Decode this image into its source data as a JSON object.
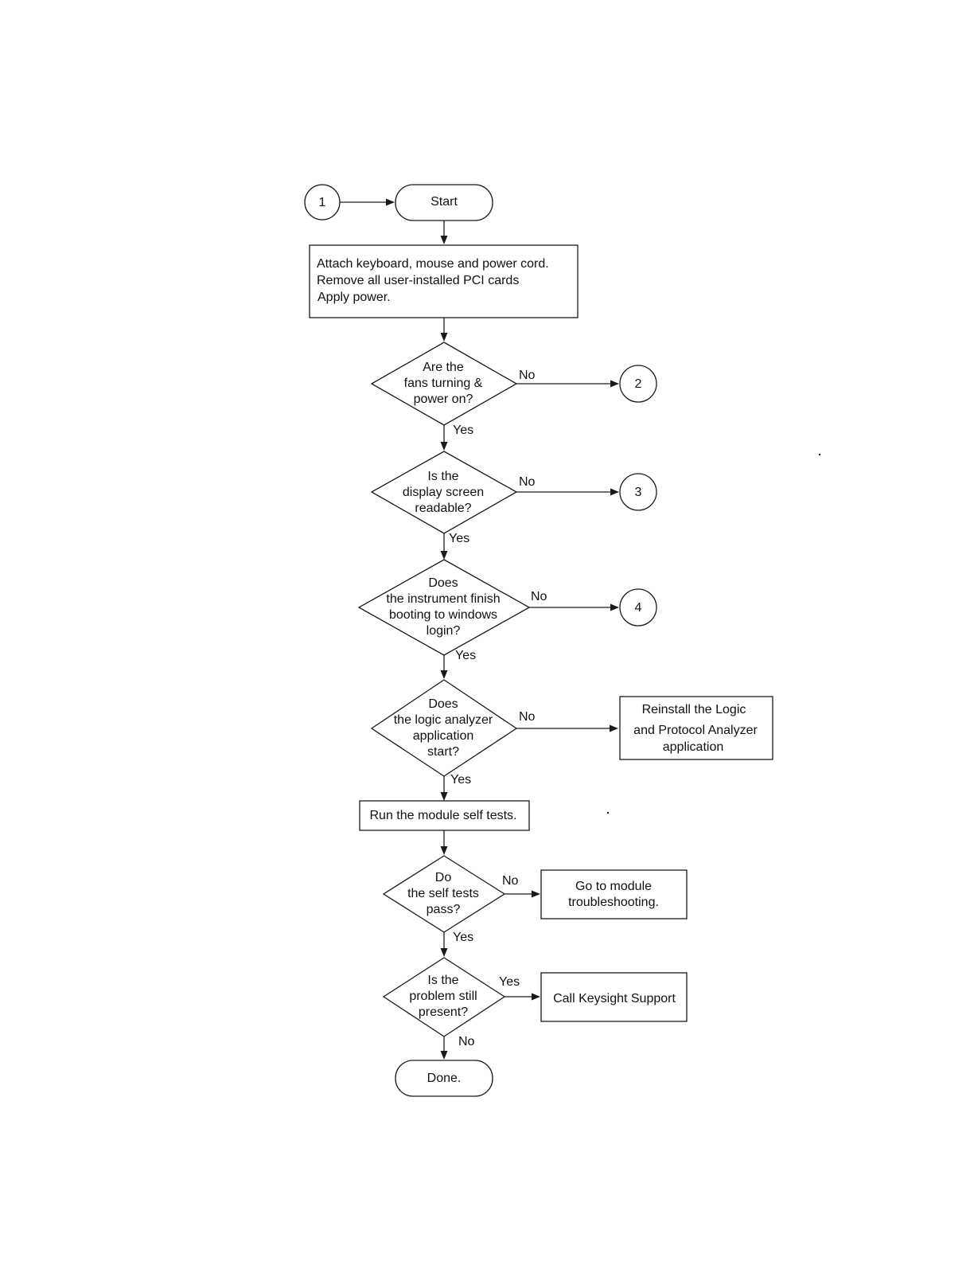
{
  "connectors": {
    "c1": "1",
    "c2": "2",
    "c3": "3",
    "c4": "4"
  },
  "terminals": {
    "start": "Start",
    "done": "Done."
  },
  "processes": {
    "attach": [
      "Attach keyboard, mouse and power cord.",
      "Remove all user-installed PCI cards",
      "Apply power."
    ],
    "reinstall": [
      "Reinstall the Logic",
      "and Protocol Analyzer",
      "application"
    ],
    "run_tests": "Run the module self tests.",
    "module_troubleshooting": [
      "Go to module",
      "troubleshooting."
    ],
    "call_support": "Call Keysight Support"
  },
  "decisions": {
    "fans": [
      "Are the",
      "fans turning &",
      "power on?"
    ],
    "display": [
      "Is the",
      "display screen",
      "readable?"
    ],
    "booting": [
      "Does",
      "the instrument finish",
      "booting to windows",
      "login?"
    ],
    "logic_app": [
      "Does",
      "the logic analyzer",
      "application",
      "start?"
    ],
    "self_tests": [
      "Do",
      "the self tests",
      "pass?"
    ],
    "problem": [
      "Is the",
      "problem still",
      "present?"
    ]
  },
  "branch_labels": {
    "fans_no": "No",
    "fans_yes": "Yes",
    "display_no": "No",
    "display_yes": "Yes",
    "booting_no": "No",
    "booting_yes": "Yes",
    "logic_no": "No",
    "logic_yes": "Yes",
    "self_tests_no": "No",
    "self_tests_yes": "Yes",
    "problem_yes": "Yes",
    "problem_no": "No"
  }
}
